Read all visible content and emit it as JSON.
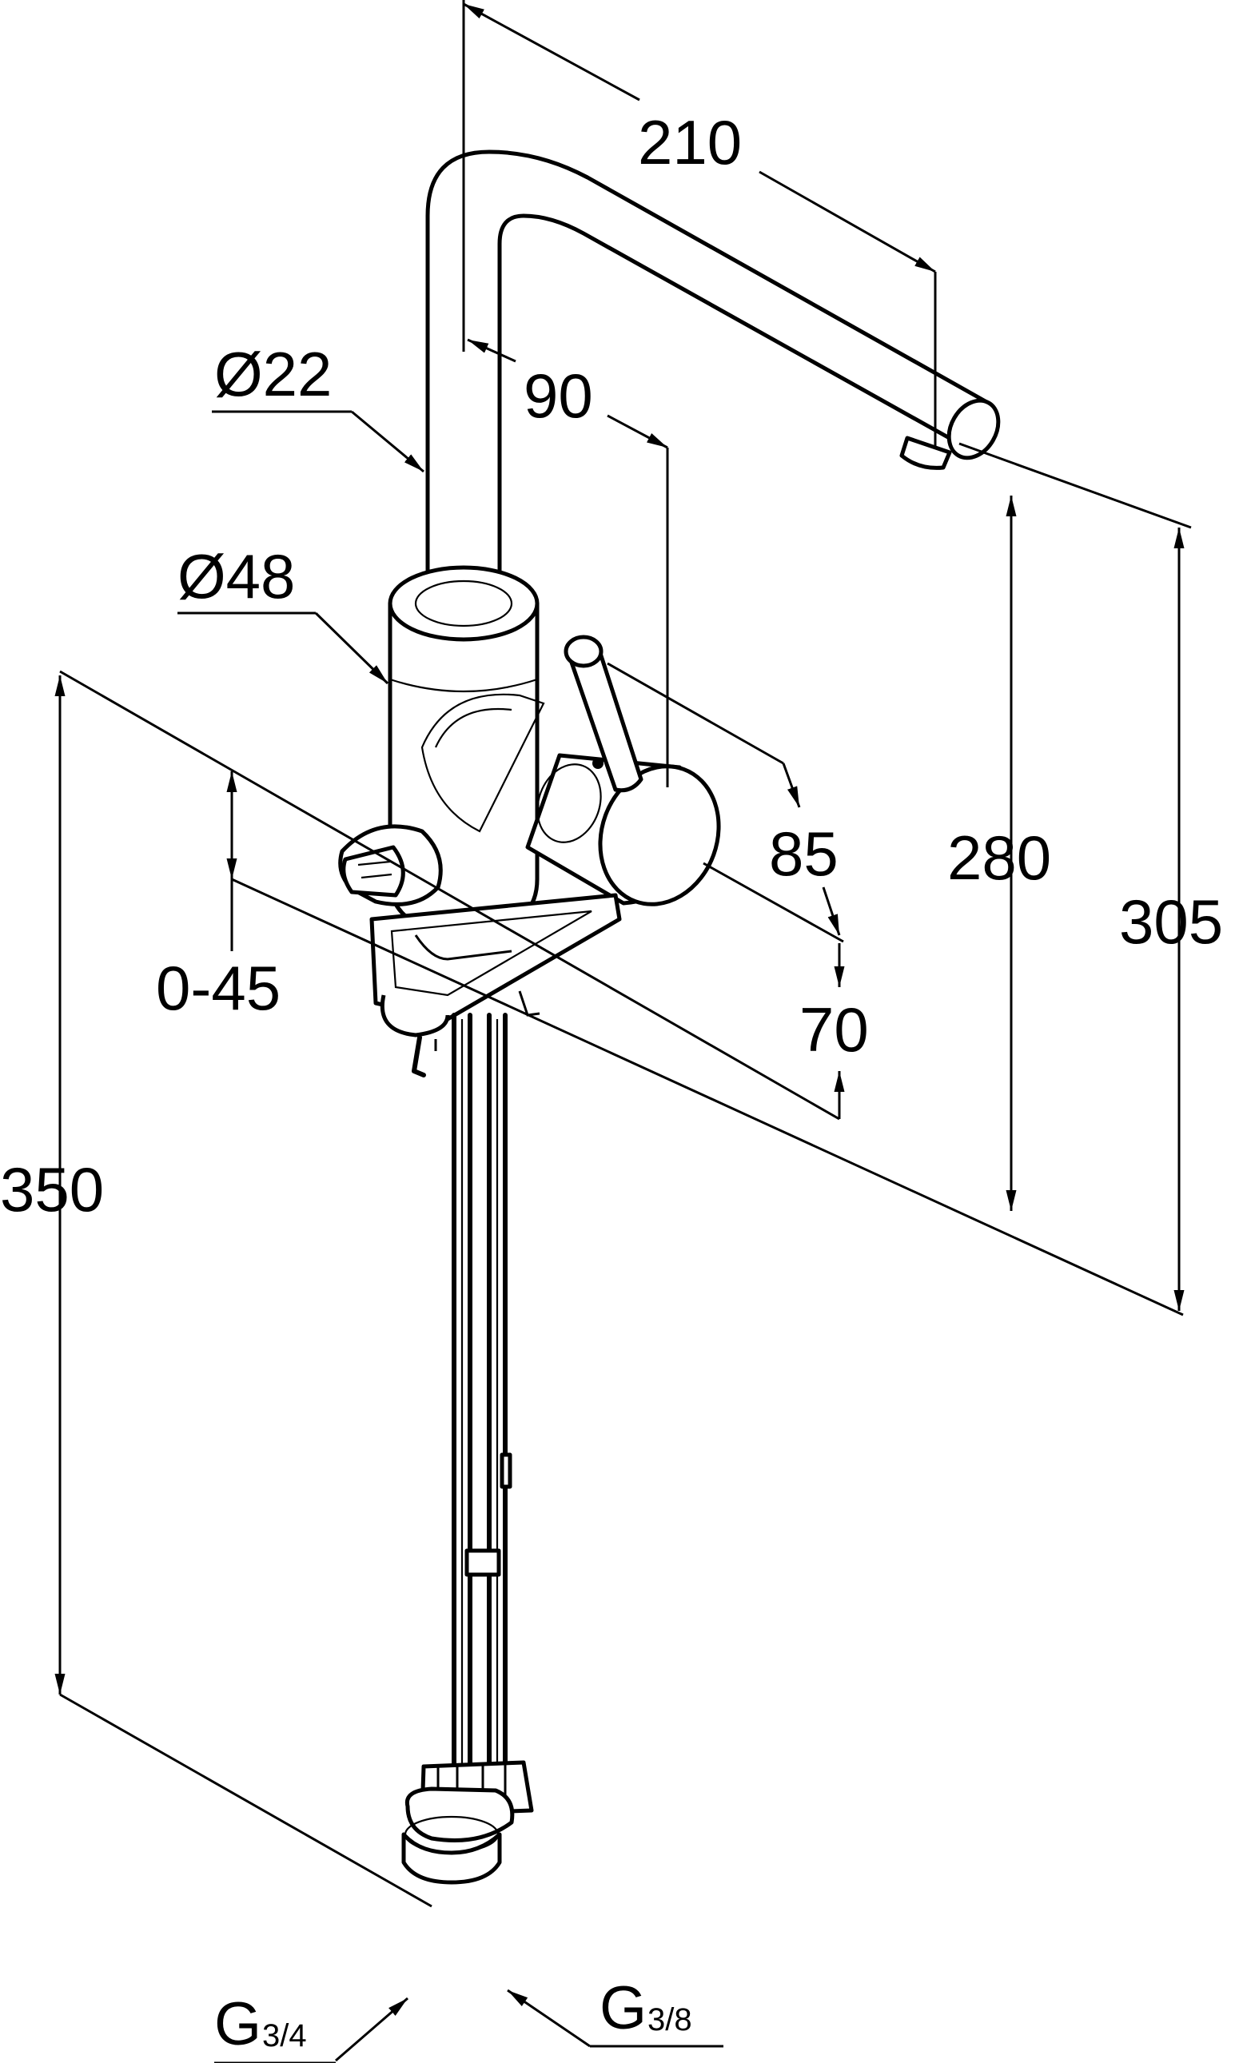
{
  "drawing": {
    "dimensions": {
      "projection": "210",
      "angle": "90",
      "spout_diameter": "Ø22",
      "body_diameter": "Ø48",
      "lever_clearance": "85",
      "spout_height": "280",
      "total_height": "305",
      "installation_depth": "0-45",
      "base_height": "70",
      "hose_length": "350"
    },
    "threads": {
      "left": {
        "main": "G",
        "fraction": "3/4"
      },
      "right": {
        "main": "G",
        "fraction": "3/8"
      }
    },
    "colors": {
      "line": "#000000",
      "background": "#ffffff"
    }
  }
}
